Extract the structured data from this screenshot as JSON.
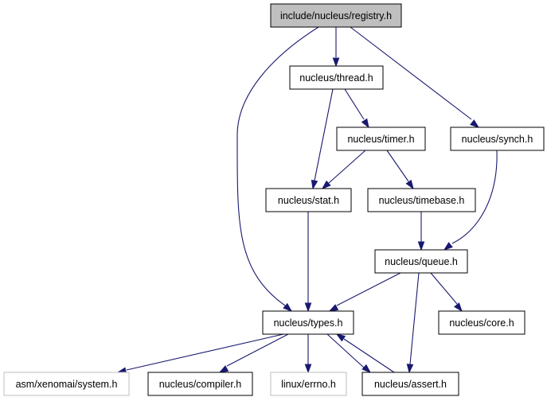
{
  "diagram": {
    "type": "include-dependency-graph",
    "colors": {
      "edge": "#191970",
      "root_fill": "#bfbfbf",
      "node_border": "#000000",
      "missing_border": "#bfbfbf"
    },
    "nodes": {
      "registry": {
        "label": "include/nucleus/registry.h",
        "style": "root"
      },
      "thread": {
        "label": "nucleus/thread.h",
        "style": "normal"
      },
      "synch": {
        "label": "nucleus/synch.h",
        "style": "normal"
      },
      "timer": {
        "label": "nucleus/timer.h",
        "style": "normal"
      },
      "stat": {
        "label": "nucleus/stat.h",
        "style": "normal"
      },
      "timebase": {
        "label": "nucleus/timebase.h",
        "style": "normal"
      },
      "queue": {
        "label": "nucleus/queue.h",
        "style": "normal"
      },
      "types": {
        "label": "nucleus/types.h",
        "style": "normal"
      },
      "core": {
        "label": "nucleus/core.h",
        "style": "normal"
      },
      "asmsystem": {
        "label": "asm/xenomai/system.h",
        "style": "missing"
      },
      "compiler": {
        "label": "nucleus/compiler.h",
        "style": "normal"
      },
      "errno": {
        "label": "linux/errno.h",
        "style": "missing"
      },
      "assert": {
        "label": "nucleus/assert.h",
        "style": "normal"
      }
    },
    "edges": [
      {
        "from": "registry",
        "to": "thread"
      },
      {
        "from": "registry",
        "to": "synch"
      },
      {
        "from": "registry",
        "to": "types"
      },
      {
        "from": "thread",
        "to": "timer"
      },
      {
        "from": "thread",
        "to": "stat"
      },
      {
        "from": "timer",
        "to": "stat"
      },
      {
        "from": "timer",
        "to": "timebase"
      },
      {
        "from": "synch",
        "to": "queue"
      },
      {
        "from": "timebase",
        "to": "queue"
      },
      {
        "from": "stat",
        "to": "types"
      },
      {
        "from": "queue",
        "to": "types"
      },
      {
        "from": "queue",
        "to": "core"
      },
      {
        "from": "queue",
        "to": "assert"
      },
      {
        "from": "types",
        "to": "asmsystem"
      },
      {
        "from": "types",
        "to": "compiler"
      },
      {
        "from": "types",
        "to": "errno"
      },
      {
        "from": "types",
        "to": "assert"
      },
      {
        "from": "assert",
        "to": "types"
      }
    ]
  }
}
